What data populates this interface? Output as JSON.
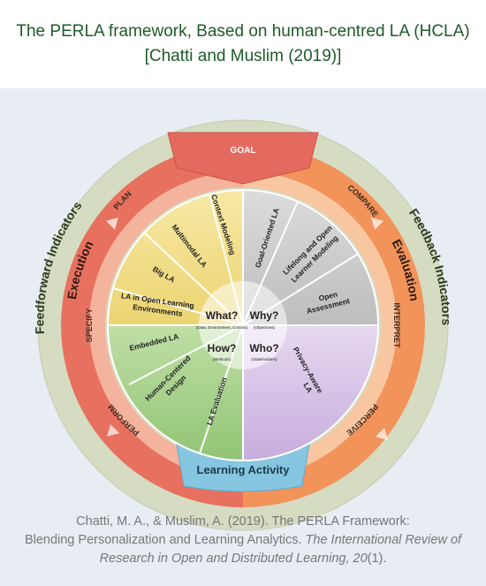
{
  "page": {
    "title_line1": "The PERLA framework, Based on human-centred LA (HCLA)",
    "title_line2": "[Chatti and Muslim (2019)]"
  },
  "diagram": {
    "outer_labels": {
      "goal": "GOAL",
      "learning_activity": "Learning Activity",
      "feedforward": "Feedforward Indicators",
      "feedback": "Feedback Indicators",
      "execution": "Execution",
      "evaluation": "Evaluation"
    },
    "cycle_labels": {
      "plan": "PLAN",
      "specify": "SPECIFY",
      "perform": "PERFORM",
      "compare": "COMPARE",
      "interpret": "INTERPRET",
      "perceive": "PERCEIVE"
    },
    "quadrants": {
      "what": {
        "title": "What?",
        "subtitle": "(Data, Environment, Context)"
      },
      "why": {
        "title": "Why?",
        "subtitle": "(Objectives)"
      },
      "how": {
        "title": "How?",
        "subtitle": "(Methods)"
      },
      "who": {
        "title": "Who?",
        "subtitle": "(Stakeholders)"
      }
    },
    "segments": {
      "context_modeling": "Context Modeling",
      "multimodal_la": "Multimodal LA",
      "big_la": "Big LA",
      "la_open_1": "LA in Open Learning",
      "la_open_2": "Environments",
      "goal_oriented_la": "Goal-Oriented LA",
      "lifelong_1": "Lifelong and Open",
      "lifelong_2": "Learner Modeling",
      "open_assessment_1": "Open",
      "open_assessment_2": "Assessment",
      "embedded_la": "Embedded LA",
      "hcd_1": "Human-Centered",
      "hcd_2": "Design",
      "la_evaluation": "LA Evaluation",
      "privacy_1": "Privacy-Aware",
      "privacy_2": "LA"
    },
    "colors": {
      "panel_bg": "#e7edf3",
      "outer_ring": "#d5dcc2",
      "execution_red": "#e7715e",
      "evaluation_orange": "#f2935a",
      "goal_red": "#e46a5f",
      "learning_blue": "#86c6e0",
      "what_yellow": "#f3e08a",
      "why_grey": "#cfcfcf",
      "how_green": "#a6d089",
      "who_purple": "#d8c4e6"
    }
  },
  "caption": {
    "text1": "Chatti, M. A., & Muslim, A. (2019). The PERLA Framework:",
    "text2": "Blending Personalization and Learning Analytics.",
    "journal": "The International Review of Research in Open and Distributed Learning, 20",
    "issue": "(1)."
  }
}
